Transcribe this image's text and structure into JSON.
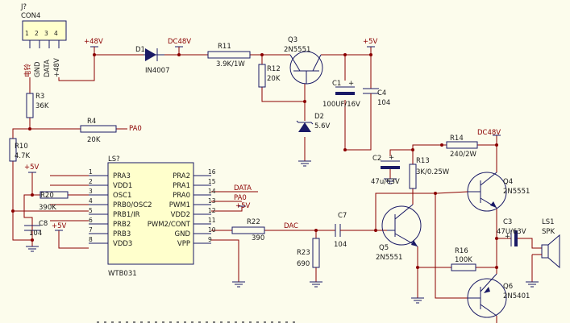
{
  "colors": {
    "background": "#fcfcec",
    "wire": "#8b0000",
    "component": "#1a1a66",
    "chip_fill": "#ffffcc",
    "label": "#1a1a1a",
    "net_label": "#8b0000"
  },
  "connector": {
    "ref": "J?",
    "name": "CON4",
    "pins": [
      "1",
      "2",
      "3",
      "4"
    ],
    "signals": [
      "电铃",
      "GND",
      "DATA",
      "+48V"
    ]
  },
  "nets": {
    "p48v": "+48V",
    "dc48v": "DC48V",
    "p5v": "+5V",
    "pa0": "PA0",
    "data": "DATA",
    "dac": "DAC"
  },
  "components": {
    "d1": {
      "ref": "D1",
      "value": "IN4007"
    },
    "r11": {
      "ref": "R11",
      "value": "3.9K/1W"
    },
    "q3": {
      "ref": "Q3",
      "value": "2N5551"
    },
    "r12": {
      "ref": "R12",
      "value": "20K"
    },
    "c1": {
      "ref": "C1",
      "value": "100UF/16V"
    },
    "c4": {
      "ref": "C4",
      "value": "104"
    },
    "d2": {
      "ref": "D2",
      "value": "5.6V"
    },
    "r3": {
      "ref": "R3",
      "value": "36K"
    },
    "r4": {
      "ref": "R4",
      "value": "20K"
    },
    "r10": {
      "ref": "R10",
      "value": "4.7K"
    },
    "r20": {
      "ref": "R20",
      "value": "390K"
    },
    "c8": {
      "ref": "C8",
      "value": "104"
    },
    "r22": {
      "ref": "R22",
      "value": "390"
    },
    "c7": {
      "ref": "C7",
      "value": "104"
    },
    "r23": {
      "ref": "R23",
      "value": "690"
    },
    "c2": {
      "ref": "C2",
      "value": "47u/63V"
    },
    "r13": {
      "ref": "R13",
      "value": "3K/0.25W"
    },
    "r14": {
      "ref": "R14",
      "value": "240/2W"
    },
    "q4": {
      "ref": "Q4",
      "value": "2N5551"
    },
    "q5": {
      "ref": "Q5",
      "value": "2N5551"
    },
    "r16": {
      "ref": "R16",
      "value": "100K"
    },
    "q6": {
      "ref": "Q6",
      "value": "2N5401"
    },
    "c3": {
      "ref": "C3",
      "value": "47U/63V"
    },
    "ls1": {
      "ref": "LS1",
      "value": "SPK"
    }
  },
  "chip": {
    "ref": "LS?",
    "part": "WTB031",
    "left_pins": [
      {
        "num": "1",
        "name": "PRA3"
      },
      {
        "num": "2",
        "name": "VDD1"
      },
      {
        "num": "3",
        "name": "OSC1"
      },
      {
        "num": "4",
        "name": "PRB0/OSC2"
      },
      {
        "num": "5",
        "name": "PRB1/IR"
      },
      {
        "num": "6",
        "name": "PRB2"
      },
      {
        "num": "7",
        "name": "PRB3"
      },
      {
        "num": "8",
        "name": "VDD3"
      }
    ],
    "right_pins": [
      {
        "num": "16",
        "name": "PRA2"
      },
      {
        "num": "15",
        "name": "PRA1"
      },
      {
        "num": "14",
        "name": "PRA0"
      },
      {
        "num": "13",
        "name": "PWM1"
      },
      {
        "num": "12",
        "name": "VDD2"
      },
      {
        "num": "11",
        "name": "PWM2/CONT"
      },
      {
        "num": "10",
        "name": "GND"
      },
      {
        "num": "9",
        "name": "VPP"
      }
    ]
  }
}
